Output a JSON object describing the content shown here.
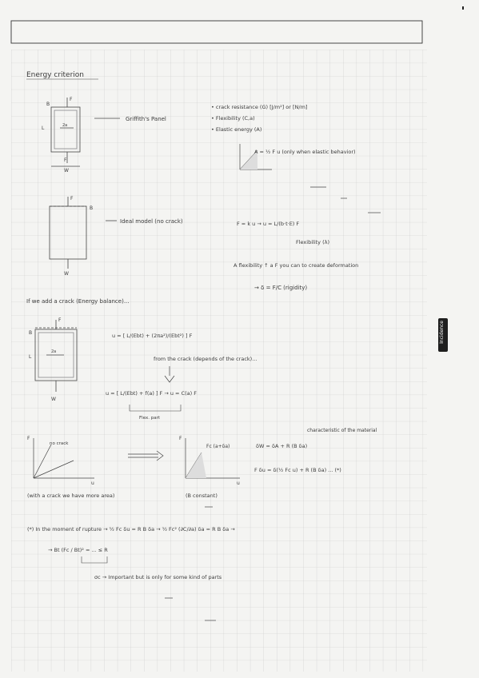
{
  "heading": "Energy criterion",
  "griffith": {
    "label": "Griffith's Panel",
    "props": [
      "• crack resistance (G) [J/m²] or [N/m]",
      "• Flexibility (C,a)",
      "• Elastic energy (A)"
    ],
    "fd_note": "A = ½ F u   (only when elastic behavior)"
  },
  "ideal": {
    "label": "Ideal model (no crack)",
    "formula": "F = k u  →  u = L/(b·t·E) F",
    "flex_label": "Flexibility (λ)",
    "note": "A flexibility ↑ a F you can to create deformation",
    "result": "→ δ = F/C  (rigidity)"
  },
  "crack": {
    "intro": "If we add a crack (Energy balance)...",
    "formula": "u = [ L/(Ebt) + (2πa²)/(Ebt²) ] F",
    "subnote": "from the crack (depends of the crack)...",
    "formula2": "u = [ L/(Ebt) + f(a) ] F   →  u = C(a) F",
    "bracket": "Flex. part"
  },
  "graphs": {
    "left_caption": "(with a crack we have more area)",
    "left_label": "no crack",
    "right_caption": "(B constant)",
    "right_label": "Fc (a+δa)",
    "char_note": "characteristic of the material",
    "energy1": "δW = δA + R (B δa)",
    "energy2": "F δu = δ(½ Fc u) + R (B δa) ... (*)"
  },
  "rupture": {
    "line1": "(*) In the moment of rupture  →  ½ Fc δu = R B δa  →  ½ Fc² (∂C/∂a) δa = R B δa  →",
    "line2": "→  Bt (Fc / Bt)² = ... ≤ R",
    "line3": "σc  →  Important but is only for some kind of parts"
  },
  "sidetab": "Incidence"
}
